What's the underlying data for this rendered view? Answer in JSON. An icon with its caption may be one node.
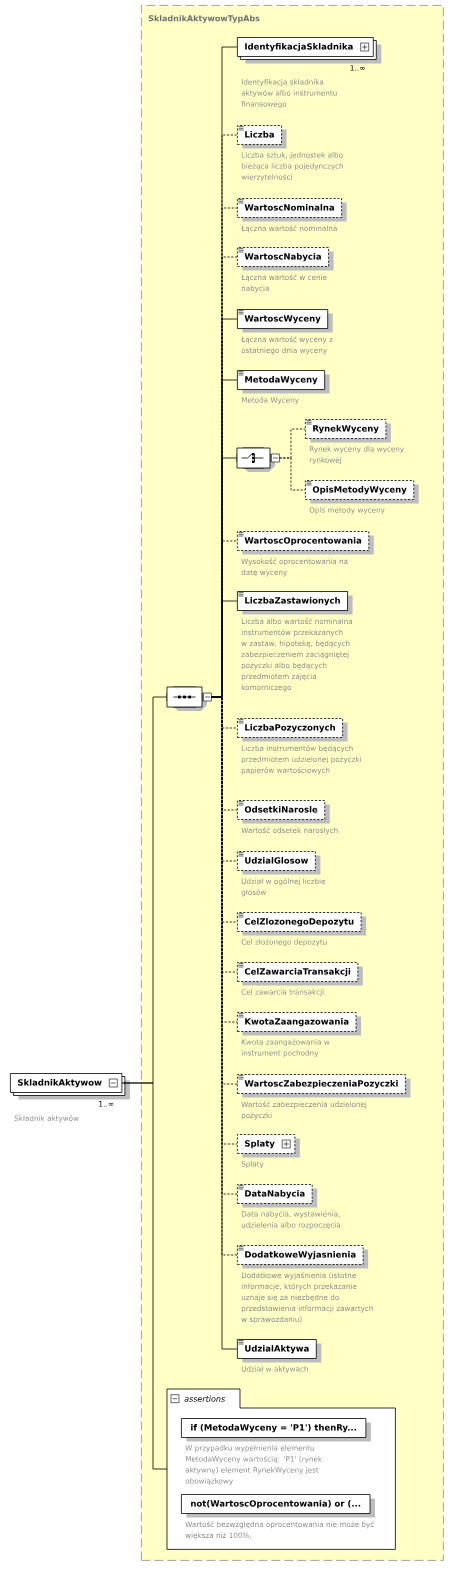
{
  "diagram": {
    "nodes": [
      {
        "text": [
          "SkladnikAktywowTypAbs"
        ]
      },
      {
        "text": [
          "SkladnikAktywow"
        ],
        "beside": [
          "1..∞",
          "Składnik aktywów"
        ]
      },
      {
        "text": [],
        "shape": "octagon",
        "in": 0
      },
      {
        "text": [
          "IdentyfikacjaSkladnika"
        ],
        "beside": [
          "1..∞",
          "Identyfikacja składnika aktywów albo instrumentu finansowego"
        ],
        "in": 0
      },
      {
        "text": [
          "Liczba"
        ],
        "beside": [
          "Liczba sztuk, jednostek albo bieżąca liczba pojedynczych wierzytelności"
        ],
        "in": 0
      },
      {
        "text": [
          "WartoscNominalna"
        ],
        "beside": [
          "Łączna wartość nominalna"
        ],
        "in": 0
      },
      {
        "text": [
          "WartoscNabycia"
        ],
        "beside": [
          "Łączna wartość w cenie nabycia"
        ],
        "in": 0
      },
      {
        "text": [
          "WartoscWyceny"
        ],
        "beside": [
          "Łączna wartość wyceny z ostatniego dnia wyceny"
        ],
        "in": 0
      },
      {
        "text": [
          "MetodaWyceny"
        ],
        "beside": [
          "Metoda Wyceny"
        ],
        "in": 0
      },
      {
        "text": [],
        "shape": "octagon",
        "in": 0
      },
      {
        "text": [
          "RynekWyceny"
        ],
        "beside": [
          "Rynek wyceny dla wyceny rynkowej"
        ],
        "in": 0
      },
      {
        "text": [
          "OpisMetodyWyceny"
        ],
        "beside": [
          "Opis metody wyceny"
        ],
        "in": 0
      },
      {
        "text": [
          "WartoscOprocentowania"
        ],
        "beside": [
          "Wysokość oprocentowania na datę wyceny"
        ],
        "in": 0
      },
      {
        "text": [
          "LiczbaZastawionych"
        ],
        "beside": [
          "Liczba albo wartość nominalna instrumentów przekazanych w zastaw, hipotekę, będących zabezpieczeniem zaciągniętej pożyczki albo będących przedmiotem zajęcia komorniczego"
        ],
        "in": 0
      },
      {
        "text": [
          "LiczbaPozyczonych"
        ],
        "beside": [
          "Liczba instrumentów będących przedmiotem udzielonej pożyczki papierów wartościowych"
        ],
        "in": 0
      },
      {
        "text": [
          "OdsetkiNarosle"
        ],
        "beside": [
          "Wartość odsetek narosłych"
        ],
        "in": 0
      },
      {
        "text": [
          "UdzialGlosow"
        ],
        "beside": [
          "Udział w ogólnej liczbie głosów"
        ],
        "in": 0
      },
      {
        "text": [
          "CelZlozonegoDepozytu"
        ],
        "beside": [
          "Cel złożonego depozytu"
        ],
        "in": 0
      },
      {
        "text": [
          "CelZawarciaTransakcji"
        ],
        "beside": [
          "Cel zawarcia transakcji"
        ],
        "in": 0
      },
      {
        "text": [
          "KwotaZaangazowania"
        ],
        "beside": [
          "Kwota zaangażowania w instrument pochodny"
        ],
        "in": 0
      },
      {
        "text": [
          "WartoscZabezpieczeniaPozyczki"
        ],
        "beside": [
          "Wartość zabezpieczenia udzielonej pożyczki"
        ],
        "in": 0
      },
      {
        "text": [
          "Splaty"
        ],
        "beside": [
          "Spłaty"
        ],
        "in": 0
      },
      {
        "text": [
          "DataNabycia"
        ],
        "beside": [
          "Data nabycia, wystawienia, udzielenia albo rozpoczęcia"
        ],
        "in": 0
      },
      {
        "text": [
          "DodatkoweWyjasnienia"
        ],
        "beside": [
          "Dodatkowe wyjaśnienia (istotne informacje, których przekazanie uznaje się za niezbędne do przedstawienia informacji zawartych w sprawozdaniu)"
        ],
        "in": 0
      },
      {
        "text": [
          "UdzialAktywa"
        ],
        "beside": [
          "Udział w aktywach"
        ],
        "in": 0
      },
      {
        "text": [
          "assertions"
        ],
        "in": 0
      },
      {
        "text": [
          "if (MetodaWyceny = 'P1') thenRy..."
        ],
        "beside": [
          "W przypadku wypełnienia elementu MetodaWyceny wartością: 'P1' (rynek aktywny) element RynekWyceny jest obowiązkowy"
        ],
        "in": 25
      },
      {
        "text": [
          "not(WartoscOprocentowania) or (..."
        ],
        "beside": [
          "Wartość bezwzględna oprocentowania nie może być większa niż 100%."
        ],
        "in": 25
      }
    ],
    "edges": [
      {
        "from": 1,
        "to": 2,
        "arrow": "none"
      },
      {
        "from": 1,
        "to": 25,
        "arrow": "none"
      },
      {
        "from": 2,
        "to": 3,
        "arrow": "none"
      },
      {
        "from": 2,
        "to": 4,
        "arrow": "none",
        "style": "dashed"
      },
      {
        "from": 2,
        "to": 5,
        "arrow": "none",
        "style": "dashed"
      },
      {
        "from": 2,
        "to": 6,
        "arrow": "none",
        "style": "dashed"
      },
      {
        "from": 2,
        "to": 7,
        "arrow": "none"
      },
      {
        "from": 2,
        "to": 8,
        "arrow": "none"
      },
      {
        "from": 2,
        "to": 9,
        "arrow": "none"
      },
      {
        "from": 9,
        "to": 10,
        "arrow": "none",
        "style": "dashed"
      },
      {
        "from": 9,
        "to": 11,
        "arrow": "none",
        "style": "dashed"
      },
      {
        "from": 2,
        "to": 12,
        "arrow": "none",
        "style": "dashed"
      },
      {
        "from": 2,
        "to": 13,
        "arrow": "none"
      },
      {
        "from": 2,
        "to": 14,
        "arrow": "none",
        "style": "dashed"
      },
      {
        "from": 2,
        "to": 15,
        "arrow": "none",
        "style": "dashed"
      },
      {
        "from": 2,
        "to": 16,
        "arrow": "none",
        "style": "dashed"
      },
      {
        "from": 2,
        "to": 17,
        "arrow": "none",
        "style": "dashed"
      },
      {
        "from": 2,
        "to": 18,
        "arrow": "none",
        "style": "dashed"
      },
      {
        "from": 2,
        "to": 19,
        "arrow": "none",
        "style": "dashed"
      },
      {
        "from": 2,
        "to": 20,
        "arrow": "none",
        "style": "dashed"
      },
      {
        "from": 2,
        "to": 21,
        "arrow": "none",
        "style": "dashed"
      },
      {
        "from": 2,
        "to": 22,
        "arrow": "none",
        "style": "dashed"
      },
      {
        "from": 2,
        "to": 23,
        "arrow": "none",
        "style": "dashed"
      },
      {
        "from": 2,
        "to": 24,
        "arrow": "none"
      }
    ]
  }
}
